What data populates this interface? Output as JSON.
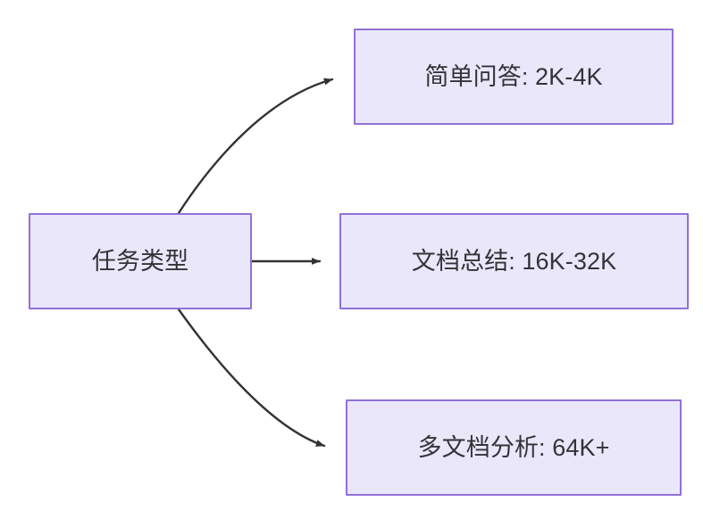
{
  "diagram": {
    "type": "flowchart",
    "direction": "left-to-right",
    "background_color": "#ffffff",
    "node_fill_color": "#eae7fa",
    "node_border_color": "#9370d8",
    "node_text_color": "#333338",
    "edge_color": "#333333",
    "source": {
      "id": "task-type",
      "label": "任务类型"
    },
    "targets": [
      {
        "id": "simple-qa",
        "label": "简单问答: 2K-4K",
        "task": "简单问答",
        "range": "2K-4K"
      },
      {
        "id": "doc-summary",
        "label": "文档总结: 16K-32K",
        "task": "文档总结",
        "range": "16K-32K"
      },
      {
        "id": "multi-doc",
        "label": "多文档分析: 64K+",
        "task": "多文档分析",
        "range": "64K+"
      }
    ],
    "edges": [
      {
        "id": "edge-to-simple-qa",
        "from": "task-type",
        "to": "simple-qa",
        "style": "curved",
        "arrowhead": "solid-triangle"
      },
      {
        "id": "edge-to-doc-summary",
        "from": "task-type",
        "to": "doc-summary",
        "style": "straight",
        "arrowhead": "solid-triangle"
      },
      {
        "id": "edge-to-multi-doc",
        "from": "task-type",
        "to": "multi-doc",
        "style": "curved",
        "arrowhead": "solid-triangle"
      }
    ]
  }
}
